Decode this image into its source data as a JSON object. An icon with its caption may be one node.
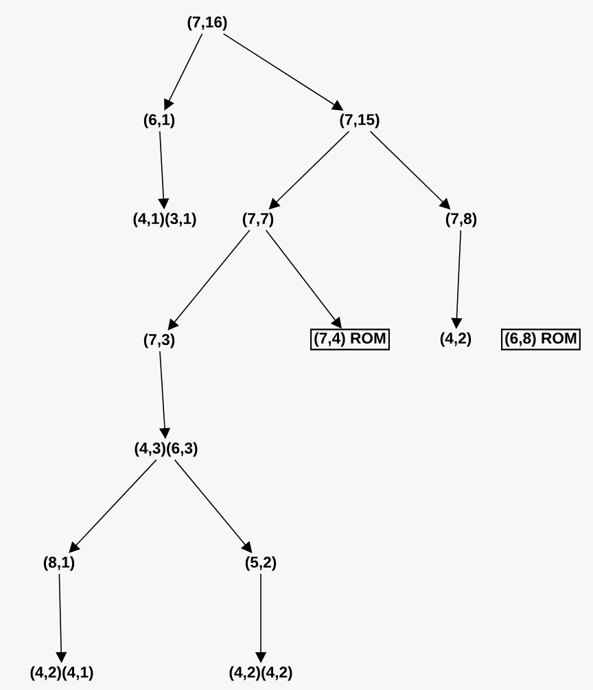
{
  "diagram": {
    "nodes": [
      {
        "text": [
          "(7,16)"
        ]
      },
      {
        "text": [
          "(6,1)"
        ]
      },
      {
        "text": [
          "(7,15)"
        ]
      },
      {
        "text": [
          "(4,1)(3,1)"
        ]
      },
      {
        "text": [
          "(7,7)"
        ]
      },
      {
        "text": [
          "(7,8)"
        ]
      },
      {
        "text": [
          "(7,3)"
        ]
      },
      {
        "text": [
          "(7,4) ROM"
        ]
      },
      {
        "text": [
          "(4,2)"
        ]
      },
      {
        "text": [
          "(6,8) ROM"
        ]
      },
      {
        "text": [
          "(4,3)(6,3)"
        ]
      },
      {
        "text": [
          "(8,1)"
        ]
      },
      {
        "text": [
          "(5,2)"
        ]
      },
      {
        "text": [
          "(4,2)(4,1)"
        ]
      },
      {
        "text": [
          "(4,2)(4,2)"
        ]
      }
    ],
    "edges": [
      {
        "from": 0,
        "to": 1,
        "arrow": "to"
      },
      {
        "from": 0,
        "to": 2,
        "arrow": "to"
      },
      {
        "from": 1,
        "to": 3,
        "arrow": "to"
      },
      {
        "from": 2,
        "to": 4,
        "arrow": "to"
      },
      {
        "from": 2,
        "to": 5,
        "arrow": "to"
      },
      {
        "from": 4,
        "to": 6,
        "arrow": "to"
      },
      {
        "from": 4,
        "to": 7,
        "arrow": "to"
      },
      {
        "from": 5,
        "to": 8,
        "arrow": "to"
      },
      {
        "from": 6,
        "to": 10,
        "arrow": "to"
      },
      {
        "from": 10,
        "to": 11,
        "arrow": "to"
      },
      {
        "from": 10,
        "to": 12,
        "arrow": "to"
      },
      {
        "from": 11,
        "to": 13,
        "arrow": "to"
      },
      {
        "from": 12,
        "to": 14,
        "arrow": "to"
      }
    ]
  }
}
